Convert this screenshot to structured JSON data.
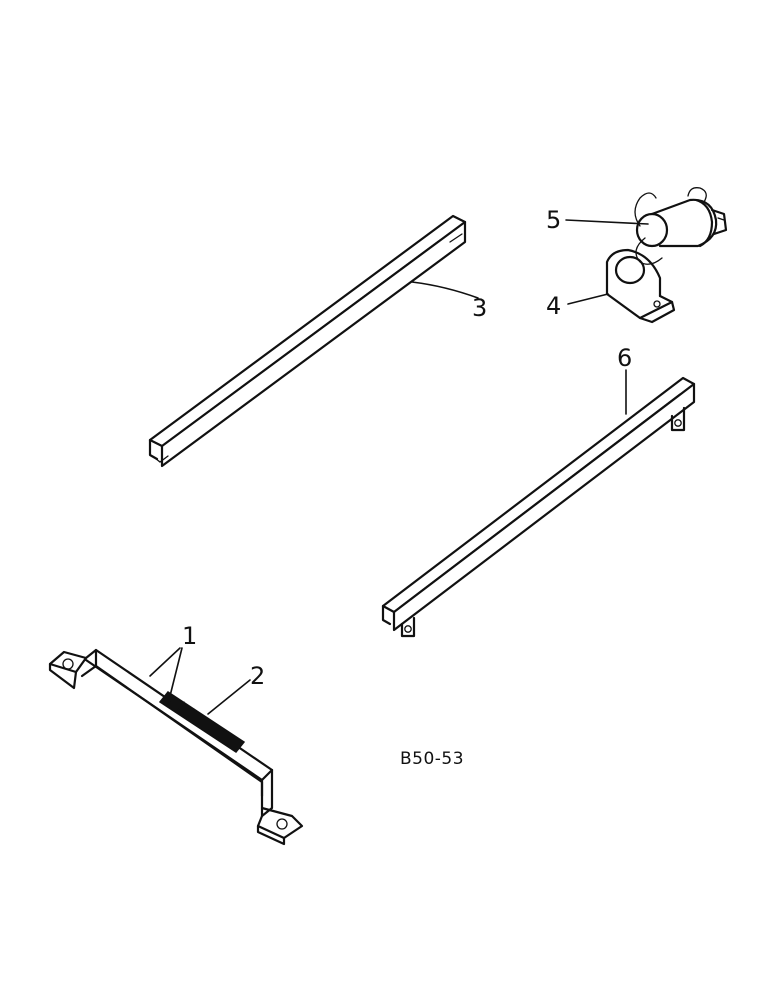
{
  "callouts": {
    "c1": "1",
    "c2": "2",
    "c3": "3",
    "c4": "4",
    "c5": "5",
    "c6": "6"
  },
  "drawing_code": "B50-53"
}
